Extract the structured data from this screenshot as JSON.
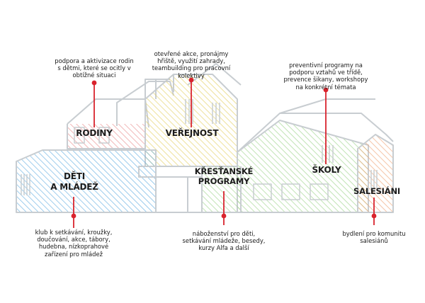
{
  "sections": [
    {
      "id": "rodiny",
      "label": "RODINY",
      "text": "podpora a aktivizace rodin\ns dětmi, které se ocitly v\nobtížné situaci"
    },
    {
      "id": "verejnost",
      "label": "VEŘEJNOST",
      "text": "otevřené akce, pronájmy\nhřiště, využití zahrady,\nteambuilding pro pracovní\nkolektivy"
    },
    {
      "id": "skoly",
      "label": "ŠKOLY",
      "text": "preventivní programy na\npodporu vztahů ve třídě,\nprevence šikany, workshopy\nna konkrétní témata"
    },
    {
      "id": "deti",
      "label": "DĚTI\nA MLÁDEŽ",
      "text": "klub k setkávání, kroužky,\ndoučování, akce, tábory,\nhudebna, nízkoprahové\nzařízení pro mládež"
    },
    {
      "id": "krestanske",
      "label": "KŘESŤANSKÉ\nPROGRAMY",
      "text": "náboženství pro děti,\nsetkávání mládeže, besedy,\nkurzy Alfa a další"
    },
    {
      "id": "salesiani",
      "label": "SALESIÁNI",
      "text": "bydlení pro komunitu\nsalesiánů"
    }
  ],
  "colors": {
    "accent": "#d9232d",
    "outline": "#c8cdd1",
    "blue": "#5aa9e0",
    "red": "#e88a8a",
    "yellow": "#e6d26a",
    "green": "#93cf7e",
    "orange": "#f0a577"
  }
}
